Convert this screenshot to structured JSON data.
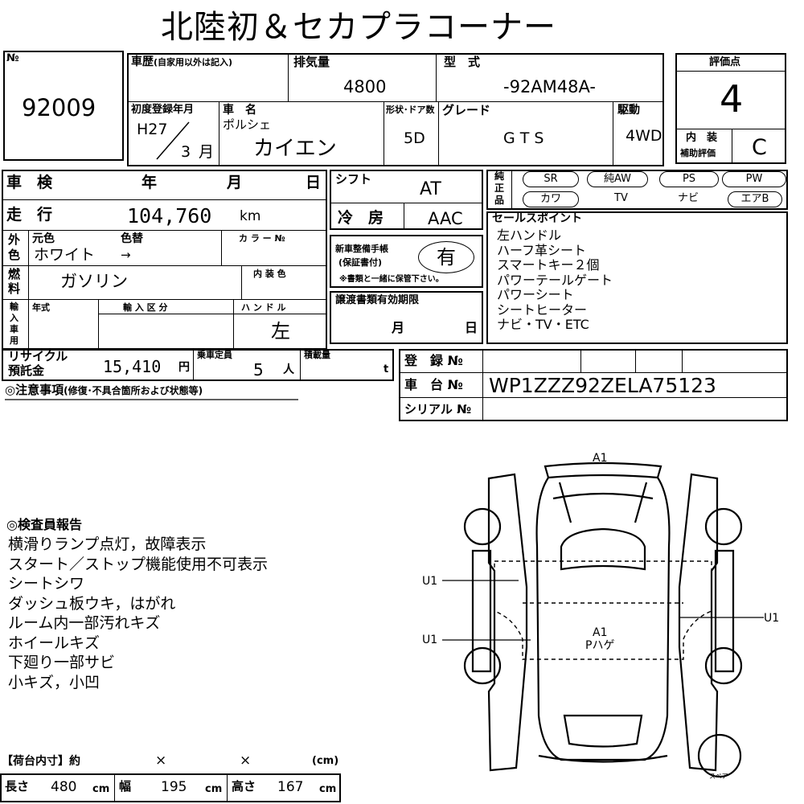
{
  "header": {
    "title": "北陸初＆セカプラコーナー"
  },
  "lot": {
    "label": "№",
    "value": "92009"
  },
  "history": {
    "label": "車歴",
    "sublabel": "(自家用以外は記入)"
  },
  "displacement": {
    "label": "排気量",
    "value": "4800"
  },
  "model": {
    "label": "型　式",
    "value": "-92AM48A-"
  },
  "rating": {
    "label": "評価点",
    "value": "4",
    "interior_label_1": "内　装",
    "interior_label_2": "補助評価",
    "interior_value": "C"
  },
  "first_reg": {
    "label": "初度登録年月",
    "year": "H27",
    "month": "3",
    "month_unit": "月"
  },
  "car_name": {
    "label": "車　名",
    "maker": "ポルシェ",
    "name": "カイエン"
  },
  "doors": {
    "label": "形状･ドア数",
    "value": "5D"
  },
  "grade": {
    "label": "グレード",
    "value": "G T S"
  },
  "drive": {
    "label": "駆動",
    "value": "4WD"
  },
  "inspection": {
    "label": "車　検",
    "year_label": "年",
    "month_label": "月",
    "day_label": "日"
  },
  "shift": {
    "label": "シフト",
    "value": "AT"
  },
  "equipment": {
    "row1": [
      "SR",
      "純AW",
      "PS",
      "PW"
    ],
    "row2": [
      "カワ",
      "TV",
      "ナビ",
      "エアB"
    ],
    "label": [
      "純",
      "正",
      "品"
    ]
  },
  "mileage": {
    "label": "走　行",
    "value": "104,760",
    "unit": "km"
  },
  "aircon": {
    "label": "冷　房",
    "value": "AAC"
  },
  "sales_points": {
    "label": "セールスポイント",
    "items": [
      "左ハンドル",
      "ハーフ革シート",
      "スマートキー２個",
      "パワーテールゲート",
      "パワーシート",
      "シートヒーター",
      "ナビ・TV・ETC"
    ]
  },
  "color": {
    "side_label": [
      "外",
      "色"
    ],
    "orig_label": "元色",
    "change_label": "色替",
    "value": "ホワイト",
    "arrow": "→",
    "code_label": "カ ラ ー №"
  },
  "manual": {
    "label_1": "新車整備手帳",
    "label_2": "(保証書付)",
    "value": "有",
    "note": "※書類と一緒に保管下さい。"
  },
  "fuel": {
    "side_label": [
      "燃",
      "料"
    ],
    "value": "ガソリン",
    "interior_color_label": "内 装 色"
  },
  "import": {
    "side_label": [
      "輸",
      "入",
      "車",
      "用"
    ],
    "year_label": "年式",
    "class_label": "輸 入 区 分",
    "handle_label": "ハ ン ド ル",
    "handle_value": "左"
  },
  "transfer": {
    "label": "譲渡書類有効期限",
    "month_label": "月",
    "day_label": "日"
  },
  "recycle": {
    "label_1": "リサイクル",
    "label_2": "預託金",
    "value": "15,410",
    "unit": "円"
  },
  "capacity": {
    "label": "乗車定員",
    "value": "5",
    "unit": "人"
  },
  "load": {
    "label": "積載量",
    "unit": "t"
  },
  "registration": {
    "label": "登　録 №",
    "vin_label": "車　台 №",
    "vin": "WP1ZZZ92ZELA75123",
    "serial_label": "シリアル №"
  },
  "notes": {
    "label": "◎注意事項",
    "sublabel": "(修復･不具合箇所および状態等)"
  },
  "inspector": {
    "label": "◎検査員報告",
    "items": [
      "横滑りランプ点灯，故障表示",
      "スタート／ストップ機能使用不可表示",
      "シートシワ",
      "ダッシュ板ウキ，はがれ",
      "ルーム内一部汚れキズ",
      "ホイールキズ",
      "下廻り一部サビ",
      "小キズ，小凹"
    ]
  },
  "diagram": {
    "front": "A1",
    "left_upper": "U1",
    "left_lower": "U1",
    "right": "U1",
    "center_1": "A1",
    "center_2": "Pハゲ",
    "spare": "スペア"
  },
  "cargo": {
    "label": "【荷台内寸】約",
    "x1": "×",
    "x2": "×",
    "unit": "(cm)",
    "length_label": "長さ",
    "length": "480",
    "width_label": "幅",
    "width": "195",
    "height_label": "高さ",
    "height": "167",
    "cm": "cm"
  }
}
